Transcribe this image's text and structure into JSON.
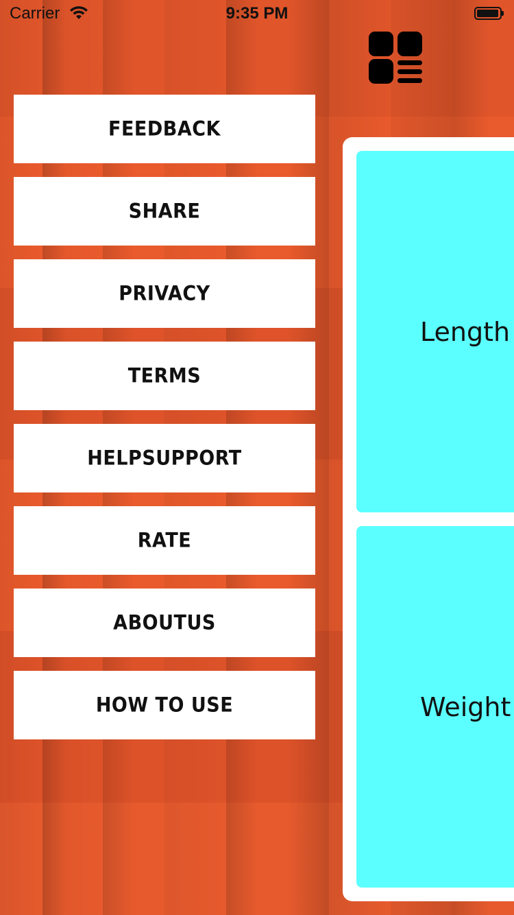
{
  "status_bar": {
    "carrier": "Carrier",
    "time": "9:35 PM"
  },
  "header": {
    "icon": "grid-menu-icon"
  },
  "menu": {
    "items": [
      {
        "label": "FEEDBACK"
      },
      {
        "label": "SHARE"
      },
      {
        "label": "PRIVACY"
      },
      {
        "label": "TERMS"
      },
      {
        "label": "HELPSUPPORT"
      },
      {
        "label": "RATE"
      },
      {
        "label": "ABOUTUS"
      },
      {
        "label": "HOW TO USE"
      }
    ]
  },
  "categories": {
    "tiles": [
      {
        "label": "Length"
      },
      {
        "label": "Weight"
      }
    ]
  },
  "colors": {
    "background": "#e8582c",
    "menu_button": "#ffffff",
    "tile": "#5bffff",
    "panel": "#ffffff",
    "text": "#111111"
  }
}
